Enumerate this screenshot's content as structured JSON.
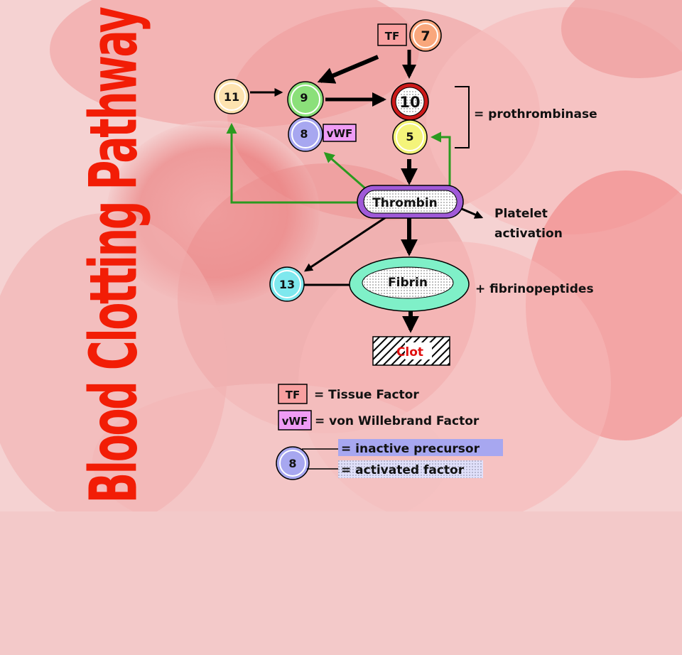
{
  "title": "Blood Clotting Pathway",
  "nodes": {
    "tf": "TF",
    "f7": "7",
    "f11": "11",
    "f9": "9",
    "f10": "10",
    "f8": "8",
    "vwf": "vWF",
    "f5": "5",
    "thrombin": "Thrombin",
    "f13": "13",
    "fibrin": "Fibrin",
    "clot": "Clot"
  },
  "labels": {
    "prothrombinase": "= prothrombinase",
    "platelet_line1": "Platelet",
    "platelet_line2": "activation",
    "fibrinopeptides": "+ fibrinopeptides"
  },
  "legend": {
    "tf_box": "TF",
    "tf_text": "= Tissue Factor",
    "vwf_box": "vWF",
    "vwf_text": "= von Willebrand Factor",
    "sample_node": "8",
    "inactive": "= inactive precursor",
    "activated": "= activated factor"
  },
  "colors": {
    "title": "#f21d06",
    "f7": "#f9a77c",
    "f11": "#fde3b0",
    "f9": "#8be07a",
    "f10": "#cc1a1a",
    "f8": "#a7a7f0",
    "vwf": "#ef9cf5",
    "f5": "#f4f47a",
    "thrombin": "#a05ad8",
    "f13": "#7ee8ee",
    "fibrin": "#7ff0c8",
    "feedback_arrow": "#2a9a1f",
    "highlight": "#a7a7f0"
  }
}
